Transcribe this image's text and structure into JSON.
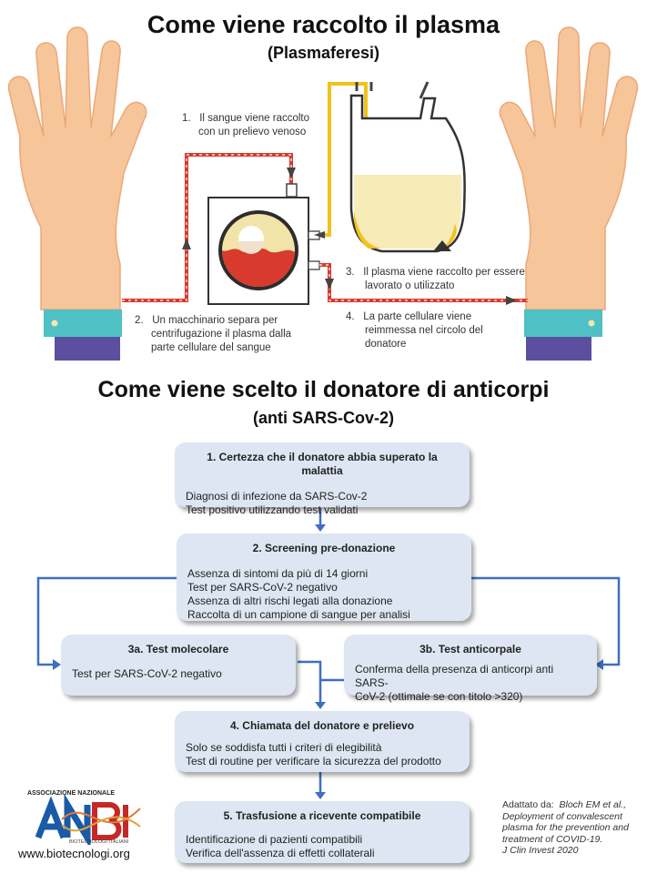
{
  "title_top": "Come viene raccolto il plasma",
  "subtitle_top": "(Plasmaferesi)",
  "steps": [
    {
      "num": "1.",
      "lines": [
        "Il sangue viene raccolto",
        "con un prelievo venoso"
      ]
    },
    {
      "num": "2.",
      "lines": [
        "Un macchinario separa per",
        "centrifugazione il plasma dalla",
        "parte cellulare del sangue"
      ]
    },
    {
      "num": "3.",
      "lines": [
        "Il plasma viene raccolto per essere",
        "lavorato o utilizzato"
      ]
    },
    {
      "num": "4.",
      "lines": [
        "La parte cellulare viene",
        "reimmessa nel circolo del",
        "donatore"
      ]
    }
  ],
  "title_bottom": "Come viene scelto il donatore di anticorpi",
  "subtitle_bottom": "(anti SARS-Cov-2)",
  "boxes": {
    "b1": {
      "title": "1. Certezza che il donatore abbia superato la malattia",
      "lines": [
        "Diagnosi di infezione da SARS-Cov-2",
        "Test positivo utilizzando test validati"
      ]
    },
    "b2": {
      "title": "2. Screening pre-donazione",
      "lines": [
        "Assenza di sintomi da più di 14 giorni",
        "Test per SARS-CoV-2 negativo",
        "Assenza di altri rischi legati alla donazione",
        "Raccolta di un campione di sangue per analisi"
      ]
    },
    "b3a": {
      "title": "3a. Test molecolare",
      "lines": [
        "Test per SARS-CoV-2 negativo"
      ]
    },
    "b3b": {
      "title": "3b. Test anticorpale",
      "lines": [
        "Conferma della presenza di anticorpi anti SARS-",
        "CoV-2 (ottimale se con titolo >320)"
      ]
    },
    "b4": {
      "title": "4. Chiamata del donatore e prelievo",
      "lines": [
        "Solo se soddisfa tutti i criteri di elegibilità",
        "Test di routine per verificare la sicurezza del prodotto"
      ]
    },
    "b5": {
      "title": "5. Trasfusione a ricevente compatibile",
      "lines": [
        "Identificazione di pazienti compatibili",
        "Verifica dell'assenza di effetti collaterali"
      ]
    }
  },
  "reference": {
    "prefix": "Adattato da:",
    "authors": "Bloch EM et al.,",
    "lines": [
      "Deployment of convalescent",
      "plasma for the prevention and",
      "treatment of COVID-19.",
      "J Clin Invest 2020"
    ]
  },
  "logo": {
    "small_top": "ASSOCIAZIONE NAZIONALE",
    "letters": "ANBI",
    "small_bottom": "BIOTECNOLOGI ITALIANI"
  },
  "website": "www.biotecnologi.org",
  "colors": {
    "skin": "#f7c59a",
    "skin_shade": "#eaa878",
    "cuff": "#4fc0c4",
    "sleeve": "#5b4fa0",
    "blood": "#d83a2e",
    "plasma": "#f2e4a8",
    "plasma_tube": "#f2c21c",
    "box": "#dde6f2",
    "arrow": "#3f6fbf"
  }
}
